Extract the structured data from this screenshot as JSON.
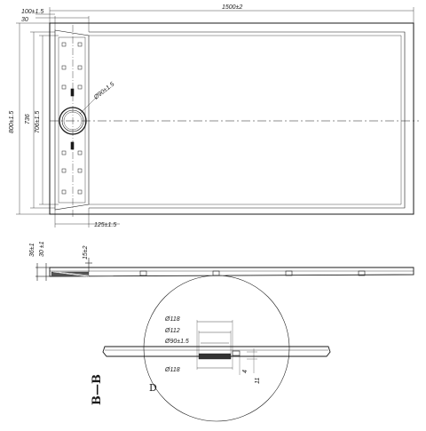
{
  "drawing": {
    "dims": {
      "overall_width": "1500±2",
      "margin_outer": "100±1.5",
      "margin_inner": "30",
      "overall_height": "800±1.5",
      "inner_height": "736",
      "channel_height": "706±1.5",
      "drain_diameter": "Ø90±1.5",
      "channel_width": "125±1.5",
      "side_36": "36±1",
      "side_30": "30 ±1",
      "side_15": "15±2"
    },
    "detail_dims": {
      "d118_top": "Ø118",
      "d112": "Ø112",
      "d90": "Ø90±1.5",
      "d118_bottom": "Ø118",
      "depth_4": "4",
      "depth_11": "11"
    },
    "section_label": "B—B",
    "detail_label": "D"
  }
}
